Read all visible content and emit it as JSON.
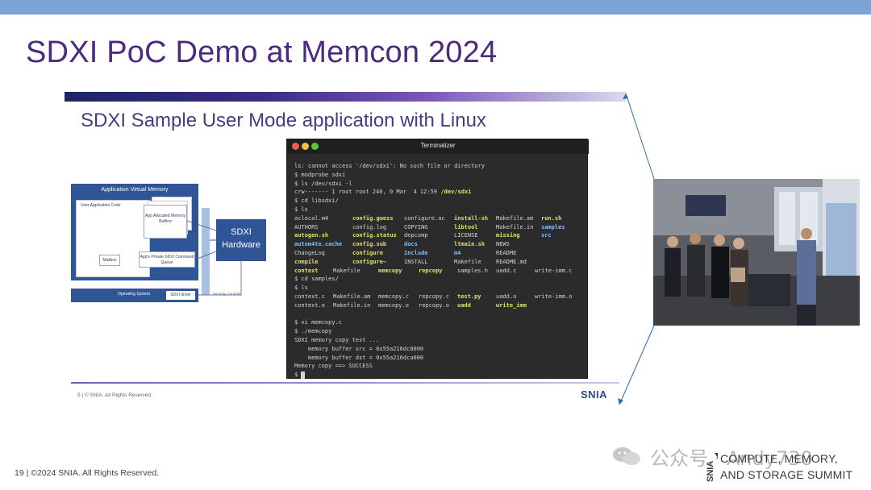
{
  "slide": {
    "title": "SDXI PoC Demo at Memcon 2024",
    "footer": "19 | ©2024 SNIA. All Rights Reserved."
  },
  "inner_slide": {
    "title": "SDXI Sample User Mode application with Linux",
    "footer": "5 | © SNIA. All Rights Reserved.",
    "logo": "SNIA"
  },
  "diagram": {
    "app_virtual_memory": "Application Virtual Memory",
    "user_app_code": "User Application Code",
    "buffers": "App Allocated Memory Buffers",
    "queue": "App's Private SDXI Command Queue",
    "mailbox": "Mailbox",
    "hardware_line1": "SDXI",
    "hardware_line2": "Hardware",
    "os": "Operating System",
    "driver": "SDXI driver",
    "security": "Security Controls"
  },
  "terminal": {
    "title": "Terminalizer",
    "lines": [
      [
        "ls: cannot access '/dev/sdxi': No such file or directory"
      ],
      [
        "$ modprobe sdxi"
      ],
      [
        "$ ls /dev/sdxi -l"
      ],
      [
        "crw------- 1 root root 240, 0 Mar  4 12:59 ",
        "/dev/sdxi"
      ],
      [
        "$ cd libsdxi/"
      ],
      [
        "$ ls"
      ],
      [],
      [],
      [],
      [],
      [],
      [],
      [],
      [
        "$ cd samples/"
      ],
      [
        "$ ls"
      ],
      [],
      [],
      [],
      [
        "$ vi memcopy.c"
      ],
      [
        "$ ./memcopy"
      ],
      [
        "SDXI memory copy test ..."
      ],
      [
        "    memory buffer src = 0x55a216dc8000"
      ],
      [
        "    memory buffer dst = 0x55a216dca000"
      ],
      [
        "Memory copy ==> SUCCESS"
      ],
      [
        "$ "
      ]
    ],
    "libsdxi_listing": [
      [
        "aclocal.m4",
        "config.guess",
        "configure.ac",
        "install-sh",
        "Makefile.am",
        "run.sh"
      ],
      [
        "AUTHORS",
        "config.log",
        "COPYING",
        "libtool",
        "Makefile.in",
        "samples"
      ],
      [
        "autogen.sh",
        "config.status",
        "depcomp",
        "LICENSE",
        "missing",
        "src"
      ],
      [
        "autom4te.cache",
        "config.sub",
        "docs",
        "ltmain.sh",
        "NEWS",
        ""
      ],
      [
        "ChangeLog",
        "configure",
        "include",
        "m4",
        "README",
        ""
      ],
      [
        "compile",
        "configure~",
        "INSTALL",
        "Makefile",
        "README.md",
        ""
      ]
    ],
    "samples_listing": [
      [
        "context",
        "Makefile",
        "memcopy",
        "repcopy",
        "samples.h",
        "uadd.c",
        "write-imm.c"
      ],
      [
        "context.c",
        "Makefile.am",
        "memcopy.c",
        "repcopy.c",
        "test.py",
        "uadd.o",
        "write-imm.o"
      ],
      [
        "context.o",
        "Makefile.in",
        "memcopy.o",
        "repcopy.o",
        "uadd",
        "write_imm",
        ""
      ]
    ]
  },
  "watermark": {
    "text": "公众号 · Andy730"
  },
  "summit": {
    "brand": "SNIA",
    "line1": "COMPUTE, MEMORY,",
    "line2": "AND STORAGE SUMMIT"
  },
  "colors": {
    "title": "#4b2a7f",
    "top_band": "#7ba3d3",
    "diagram_blue": "#2f5597",
    "terminal_bg": "#2b2b2b"
  }
}
